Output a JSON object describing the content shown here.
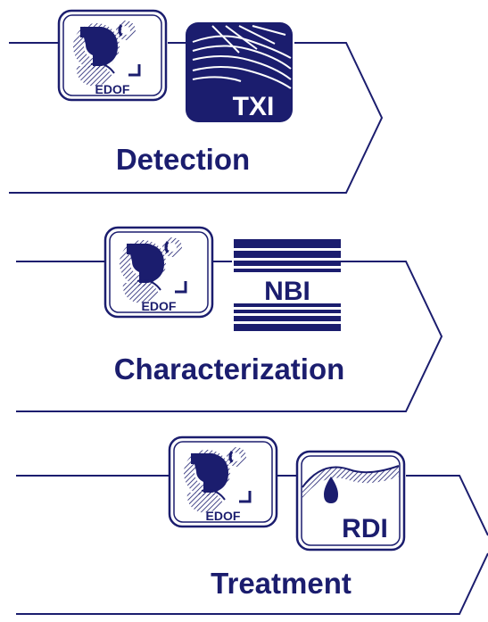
{
  "colors": {
    "navy": "#1b1d6e",
    "background": "#ffffff"
  },
  "stages": [
    {
      "label": "Detection",
      "edof_label": "EDOF",
      "mode_label": "TXI",
      "mode_icon": "txi-icon"
    },
    {
      "label": "Characterization",
      "edof_label": "EDOF",
      "mode_label": "NBI",
      "mode_icon": "nbi-icon"
    },
    {
      "label": "Treatment",
      "edof_label": "EDOF",
      "mode_label": "RDI",
      "mode_icon": "rdi-icon"
    }
  ]
}
